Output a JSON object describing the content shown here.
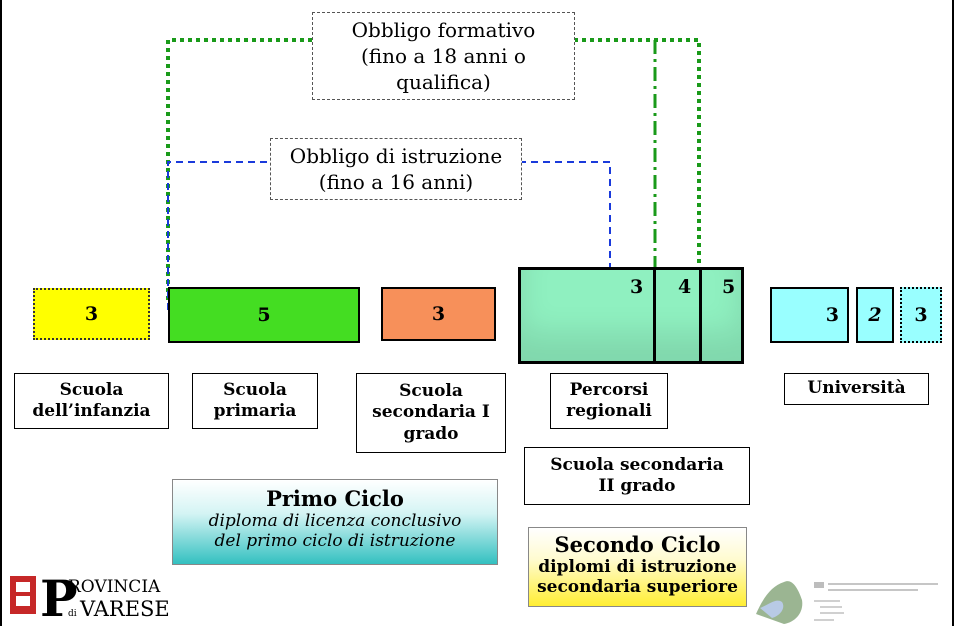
{
  "obligations": {
    "formativo": "Obbligo formativo\n(fino a 18 anni o\nqualifica)",
    "istruzione": "Obbligo di istruzione\n(fino a 16 anni)"
  },
  "blocks": {
    "infanzia": {
      "years": "3",
      "color": "#ffff00"
    },
    "primaria": {
      "years": "5",
      "color": "#44dd22"
    },
    "secondaria_i": {
      "years": "3",
      "color": "#f7905a"
    },
    "secondaria_ii": {
      "years": [
        "3",
        "4",
        "5"
      ],
      "color": "#8ff0c0"
    },
    "universita": {
      "years": [
        "3",
        "2",
        "3"
      ],
      "color": "#99ffff"
    }
  },
  "labels": {
    "infanzia": "Scuola\ndell’infanzia",
    "primaria": "Scuola\nprimaria",
    "secondaria_i": "Scuola\nsecondaria I\ngrado",
    "percorsi": "Percorsi\nregionali",
    "universita": "Università",
    "secondaria_ii": "Scuola secondaria\nII grado"
  },
  "cycles": {
    "primo": {
      "title": "Primo Ciclo",
      "subtitle": "diploma di licenza conclusivo\ndel primo ciclo di istruzione"
    },
    "secondo": {
      "title": "Secondo Ciclo",
      "subtitle": "diplomi di istruzione\nsecondaria superiore"
    }
  },
  "logo": {
    "text": "PROVINCIA di VARESE"
  },
  "colors": {
    "formativo_line": "#1a9a1a",
    "istruzione_line": "#1a3adb"
  }
}
